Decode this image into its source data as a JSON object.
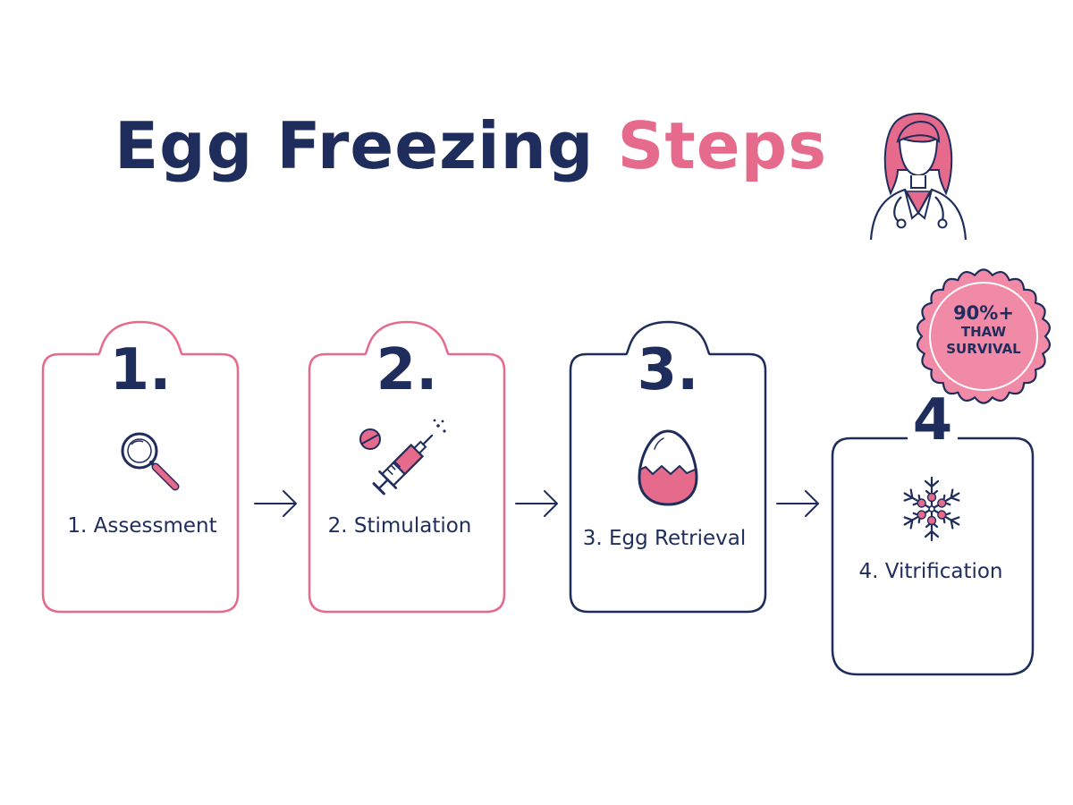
{
  "header": {
    "title_part1": "Egg Freezing",
    "title_part2": "Steps"
  },
  "steps": [
    {
      "number": "1.",
      "label": "1. Assessment",
      "icon": "magnifying-glass-icon"
    },
    {
      "number": "2.",
      "label": "2. Stimulation",
      "icon": "syringe-icon"
    },
    {
      "number": "3.",
      "label": "3. Egg Retrieval",
      "icon": "egg-icon"
    },
    {
      "number": "4",
      "label": "4. Vitrification",
      "icon": "snowflake-icon"
    }
  ],
  "badge": {
    "line1": "90%+",
    "line2": "THAW",
    "line3": "SURVIVAL"
  },
  "colors": {
    "navy": "#1f2d5c",
    "pink": "#e56a8b",
    "pink_light": "#f08aa6"
  },
  "icons": {
    "doctor": "doctor-avatar-icon",
    "arrow": "arrow-right-icon"
  }
}
